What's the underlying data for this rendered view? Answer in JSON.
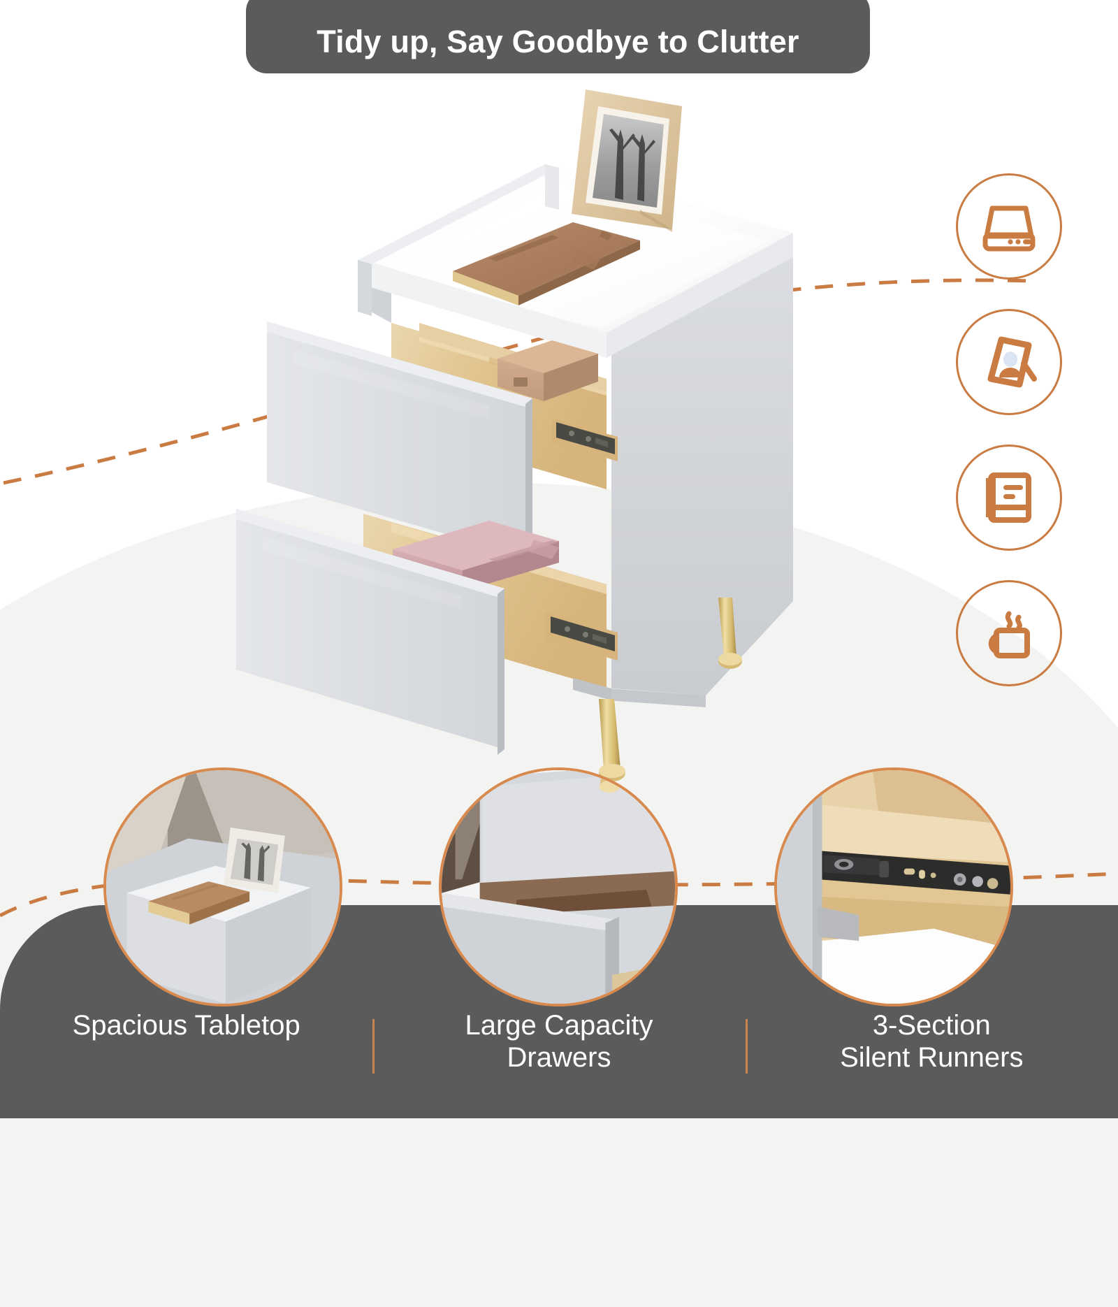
{
  "banner": {
    "title": "Tidy up, Say Goodbye to Clutter"
  },
  "colors": {
    "accent_orange": "#c97b42",
    "circle_border": "#d88a4e",
    "band_gray": "#5b5b5b",
    "soft_bg": "#f3f3f1",
    "cabinet_body": "#d8dadd",
    "cabinet_top": "#fbfbfb",
    "wood": "#e3c28f",
    "leg_gold": "#d9bf7e",
    "slide_black": "#4a4a45"
  },
  "feature_icons": [
    {
      "name": "nightstand-icon",
      "label": "Nightstand"
    },
    {
      "name": "photo-frame-icon",
      "label": "Photo Frame"
    },
    {
      "name": "book-icon",
      "label": "Book"
    },
    {
      "name": "coffee-mug-icon",
      "label": "Coffee Mug"
    }
  ],
  "product": {
    "name": "2-Drawer Nightstand",
    "tabletop_items": [
      "picture-frame",
      "leather-journal"
    ],
    "drawers": [
      {
        "position": "top",
        "contents": "tan storage box"
      },
      {
        "position": "bottom",
        "contents": "folded pink linens"
      }
    ],
    "legs": {
      "count": 4,
      "finish": "gold"
    }
  },
  "detail_circles": [
    {
      "name": "detail-tabletop",
      "caption": "Spacious Tabletop"
    },
    {
      "name": "detail-drawers",
      "caption": "Large Capacity\nDrawers"
    },
    {
      "name": "detail-runners",
      "caption": "3-Section\nSilent Runners"
    }
  ],
  "captions": [
    {
      "text": "Spacious Tabletop"
    },
    {
      "text": "Large Capacity\nDrawers"
    },
    {
      "text": "3-Section\nSilent Runners"
    }
  ]
}
